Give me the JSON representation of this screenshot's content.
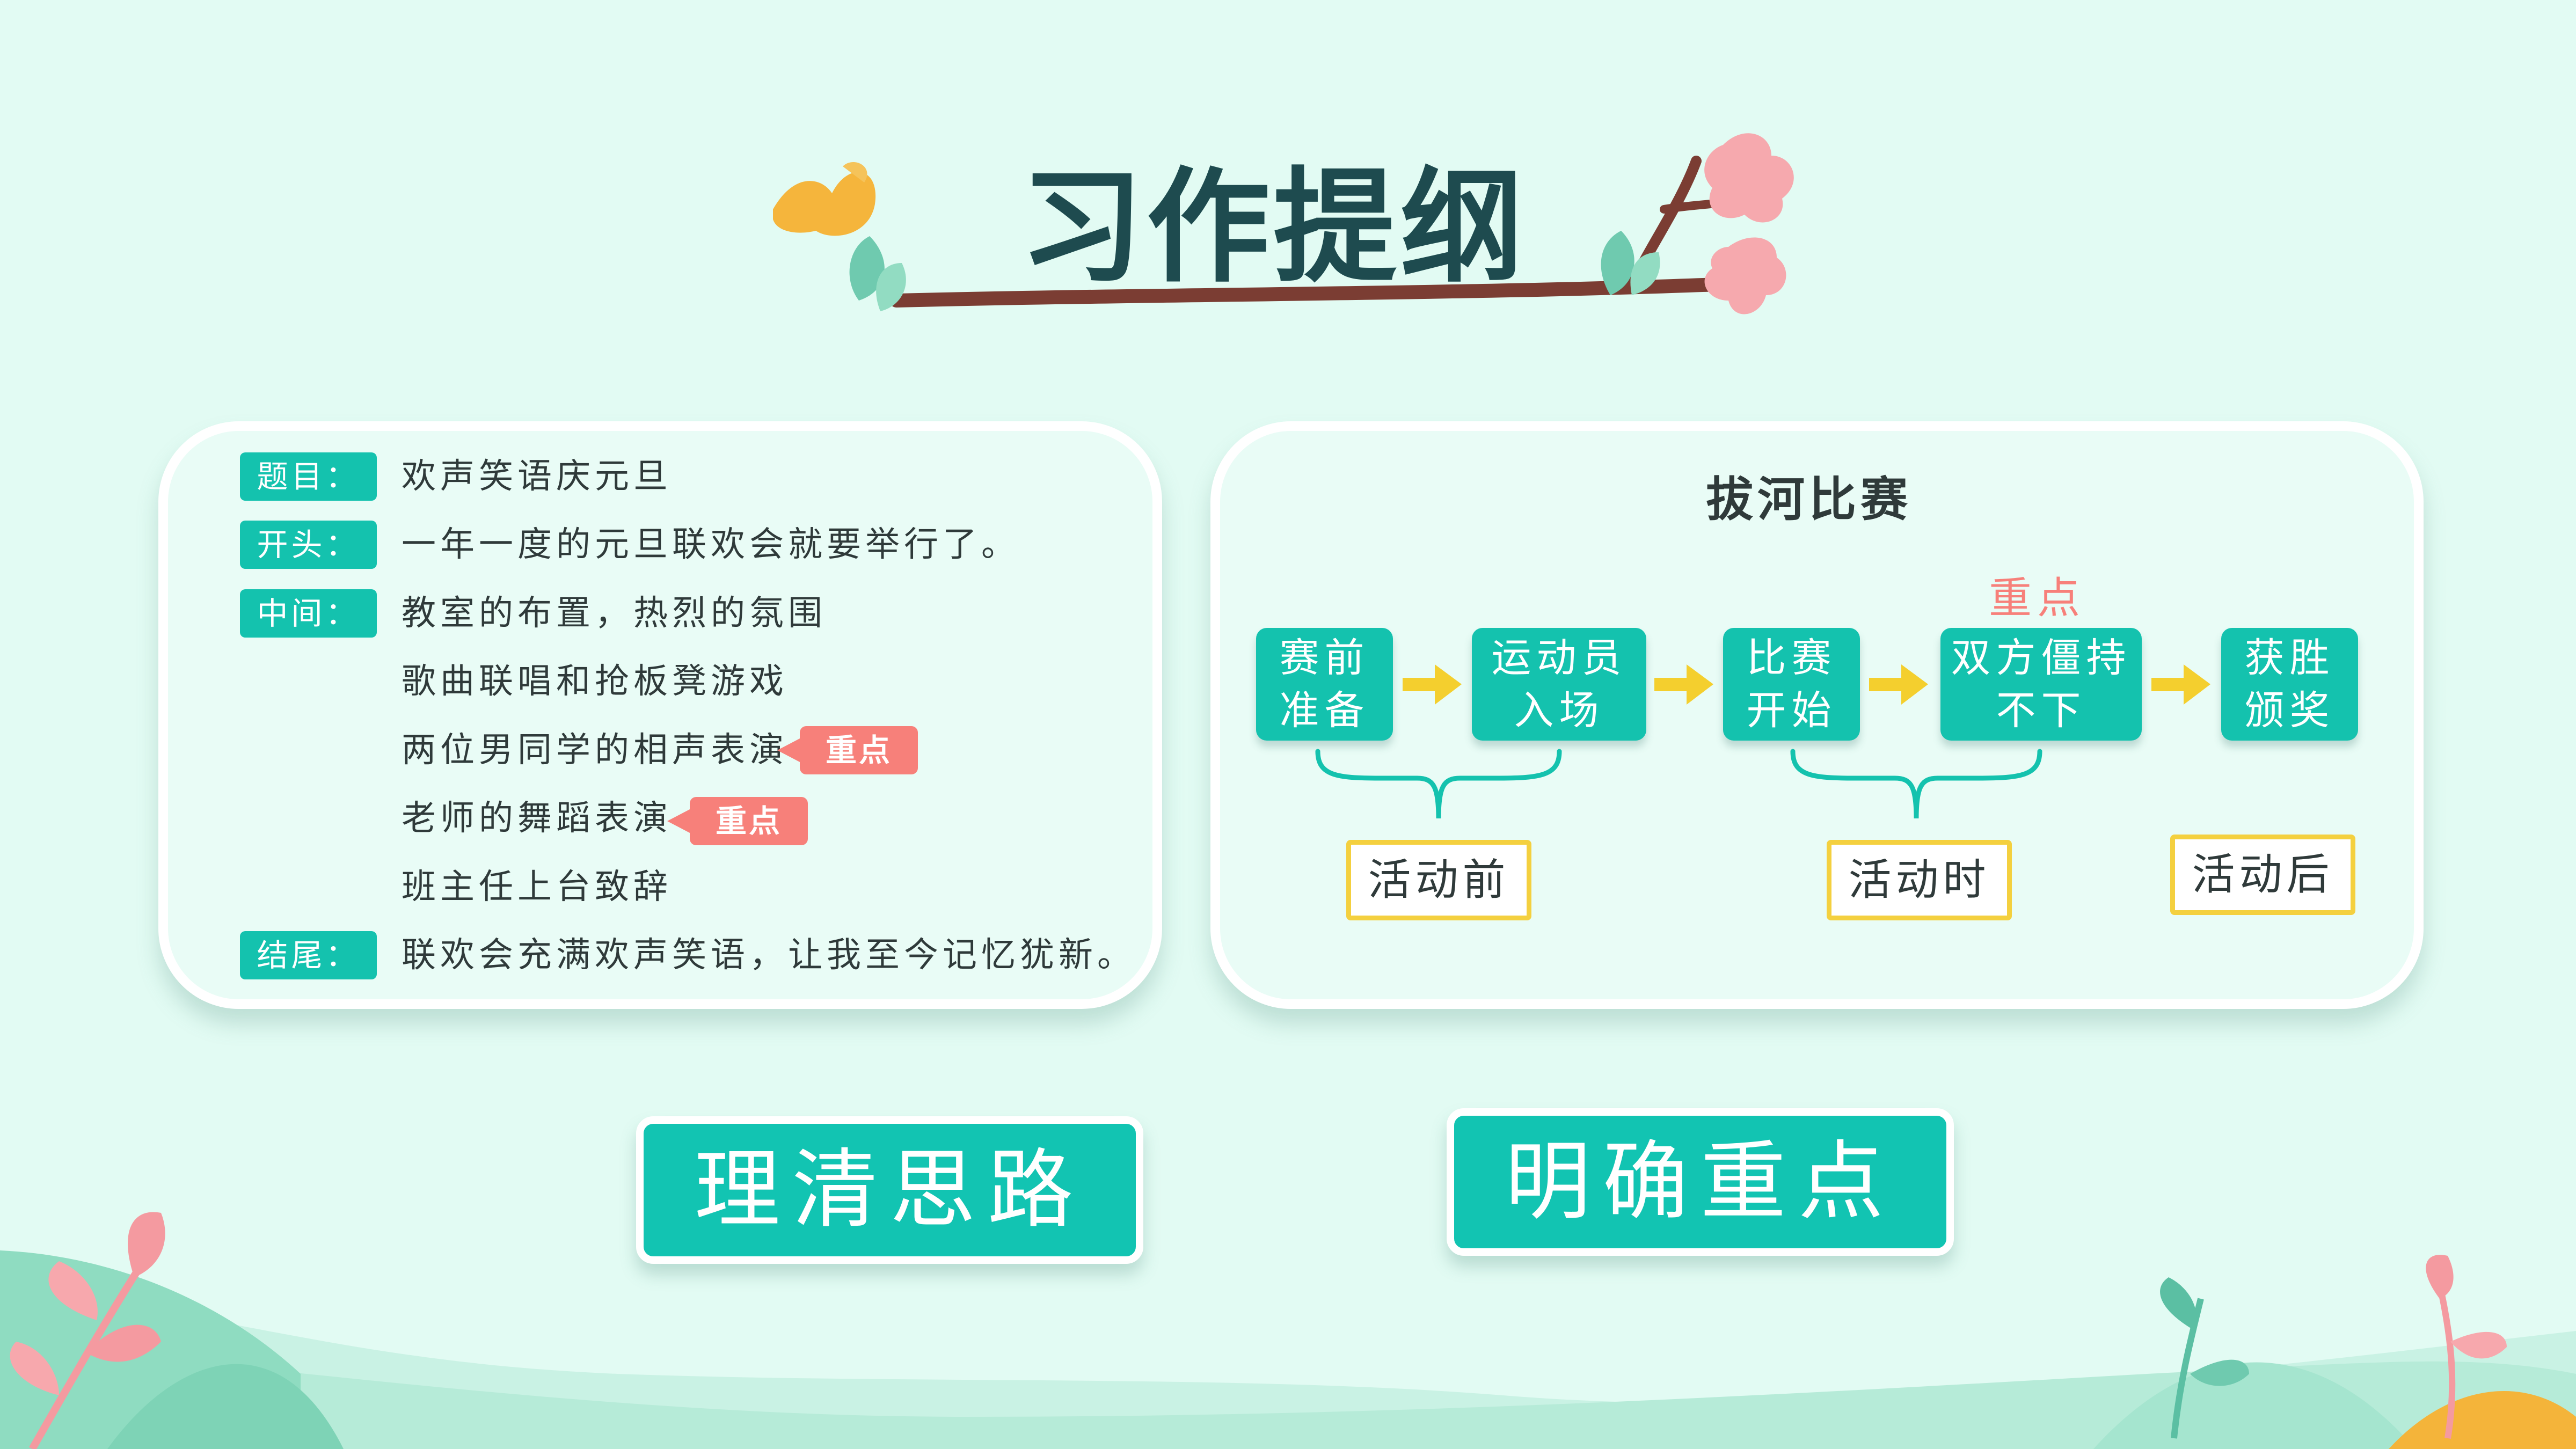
{
  "title": "习作提纲",
  "outline": {
    "title_tag": "题目：",
    "title_text": "欢声笑语庆元旦",
    "opening_tag": "开头：",
    "opening_text": "一年一度的元旦联欢会就要举行了。",
    "middle_tag": "中间：",
    "middle_lines": [
      "教室的布置，热烈的氛围",
      "歌曲联唱和抢板凳游戏",
      "两位男同学的相声表演",
      "老师的舞蹈表演",
      "班主任上台致辞"
    ],
    "key_badge": "重点",
    "ending_tag": "结尾：",
    "ending_text": "联欢会充满欢声笑语，让我至今记忆犹新。"
  },
  "flow": {
    "title": "拔河比赛",
    "key_label": "重点",
    "steps": [
      {
        "line1": "赛前",
        "line2": "准备"
      },
      {
        "line1": "运动员",
        "line2": "入场"
      },
      {
        "line1": "比赛",
        "line2": "开始"
      },
      {
        "line1": "双方僵持",
        "line2": "不下"
      },
      {
        "line1": "获胜",
        "line2": "颁奖"
      }
    ],
    "phases": [
      "活动前",
      "活动时",
      "活动后"
    ]
  },
  "buttons": {
    "clarify": "理清思路",
    "focus": "明确重点"
  },
  "colors": {
    "background": "#e2fbf3",
    "teal": "#14c2ae",
    "coral": "#f7807a",
    "yellow": "#f4d03f",
    "title": "#1e4b4f"
  },
  "icons": [
    "flower-branch-icon",
    "arrow-right-icon",
    "leaf-icon"
  ]
}
